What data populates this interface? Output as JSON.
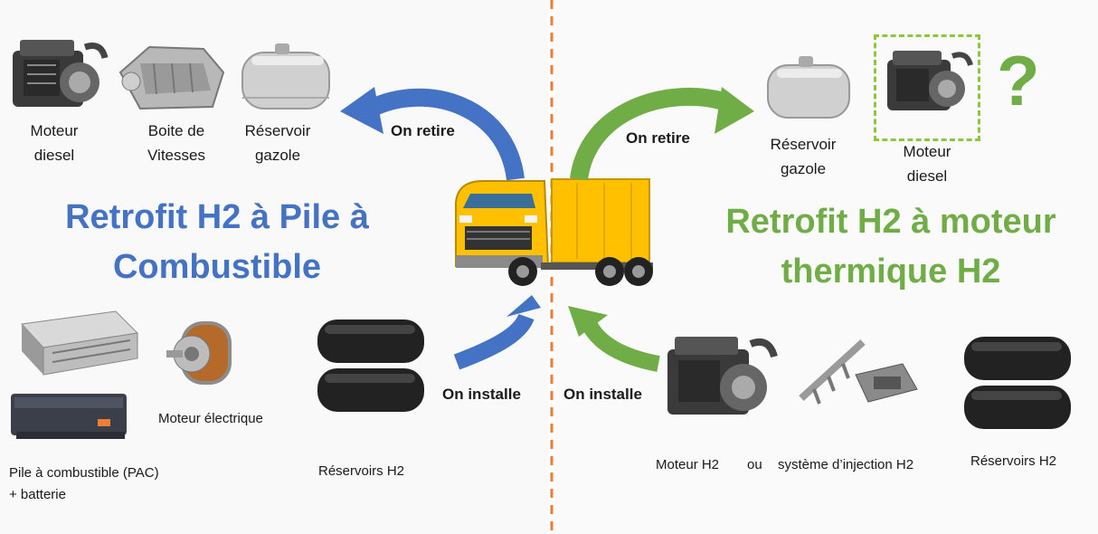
{
  "left": {
    "title_line1": "Retrofit H2 à Pile à",
    "title_line2": "Combustible",
    "action_remove": "On retire",
    "action_install": "On installe",
    "removed": [
      {
        "label_line1": "Moteur",
        "label_line2": "diesel"
      },
      {
        "label_line1": "Boite de",
        "label_line2": "Vitesses"
      },
      {
        "label_line1": "Réservoir",
        "label_line2": "gazole"
      }
    ],
    "installed": {
      "fuel_cell_line1": "Pile à combustible (PAC)",
      "fuel_cell_line2": "+ batterie",
      "motor": "Moteur électrique",
      "tanks": "Réservoirs H2"
    }
  },
  "right": {
    "title_line1": "Retrofit H2 à moteur",
    "title_line2": "thermique H2",
    "action_remove": "On retire",
    "action_install": "On installe",
    "removed": [
      {
        "label_line1": "Réservoir",
        "label_line2": "gazole"
      },
      {
        "label_line1": "Moteur",
        "label_line2": "diesel"
      }
    ],
    "question_mark": "?",
    "installed": {
      "engine": "Moteur H2",
      "or": "ou",
      "injection": "système d’injection H2",
      "tanks": "Réservoirs H2"
    }
  },
  "colors": {
    "left_title": "#4472c4",
    "right_title": "#70ad47",
    "divider": "#ed7d31",
    "dashed_box": "#8dc63f",
    "truck_yellow": "#ffc000"
  }
}
